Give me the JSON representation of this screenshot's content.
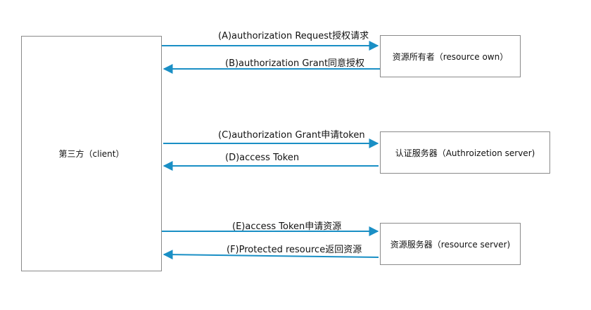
{
  "nodes": {
    "client": "第三方（client）",
    "resource_owner": "资源所有者（resource own）",
    "auth_server": "认证服务器（Authroizetion server)",
    "resource_server": "资源服务器（resource server)"
  },
  "edges": [
    {
      "label": "(A)authorization Request授权请求",
      "from": "client",
      "to": "resource_owner"
    },
    {
      "label": "(B)authorization Grant同意授权",
      "from": "resource_owner",
      "to": "client"
    },
    {
      "label": "(C)authorization Grant申请token",
      "from": "client",
      "to": "auth_server"
    },
    {
      "label": "(D)access Token",
      "from": "auth_server",
      "to": "client"
    },
    {
      "label": "(E)access Token申请资源",
      "from": "client",
      "to": "resource_server"
    },
    {
      "label": "(F)Protected resource返回资源",
      "from": "resource_server",
      "to": "client"
    }
  ],
  "colors": {
    "arrow": "#1a8fc5",
    "border": "#8a8a8a",
    "text": "#111111"
  }
}
